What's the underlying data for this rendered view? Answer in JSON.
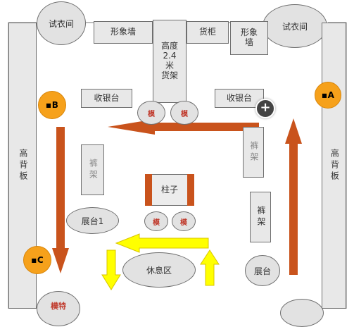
{
  "labels": {
    "fitting_room_left": "试衣间",
    "fitting_room_right": "试衣间",
    "image_wall_left": "形象墙",
    "shelf_2_4": "高度\n2.4\n米\n货架",
    "cabinet": "货柜",
    "image_wall_right": "形象墙",
    "high_board_left": "高背板",
    "high_board_right": "高背板",
    "cashier_left": "收银台",
    "cashier_right": "收银台",
    "model_1": "模",
    "model_2": "模",
    "model_3": "模",
    "model_4": "模",
    "pants_rack_left": "裤架",
    "pants_rack_right_upper": "裤架",
    "pants_rack_right_lower": "裤架",
    "pillar": "柱子",
    "display_1": "展台1",
    "display_2": "展台",
    "rest_area": "休息区",
    "marker_a": "A",
    "marker_b": "B",
    "marker_c": "C",
    "bottom_model": "模特",
    "plus": "+"
  },
  "colors": {
    "orange_arrow": "#c9531c",
    "yellow_arrow": "#ffff00",
    "marker_orange": "#f6a11b",
    "fixture_gray": "#e8e8e8",
    "outline": "#6f6f6f"
  }
}
